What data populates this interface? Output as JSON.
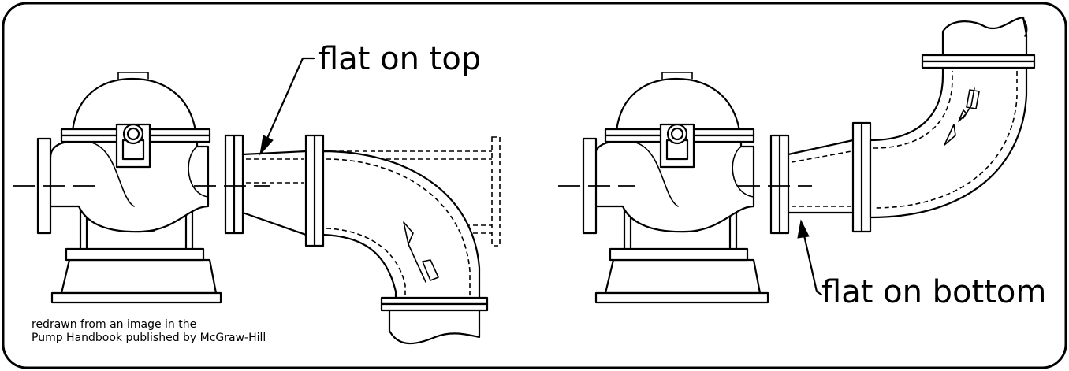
{
  "labels": {
    "flat_on_top": "flat on top",
    "flat_on_bottom": "flat on bottom"
  },
  "credit": {
    "line1": "redrawn from an image in the",
    "line2": "Pump Handbook published by McGraw-Hill"
  }
}
